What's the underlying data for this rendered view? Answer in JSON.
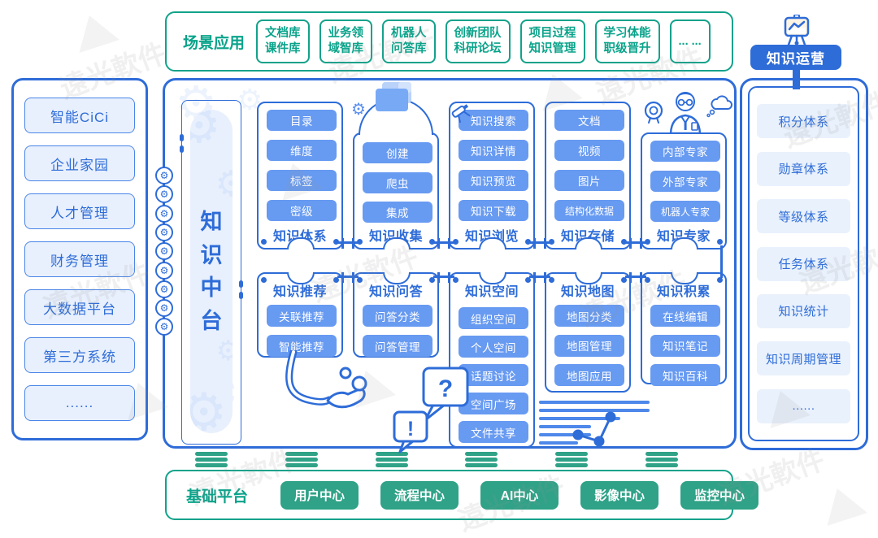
{
  "watermark": {
    "text": "遠光軟件"
  },
  "scenario_bar": {
    "label": "场景应用",
    "items": [
      [
        "文档库",
        "课件库"
      ],
      [
        "业务领",
        "域智库"
      ],
      [
        "机器人",
        "问答库"
      ],
      [
        "创新团队",
        "科研论坛"
      ],
      [
        "项目过程",
        "知识管理"
      ],
      [
        "学习体能",
        "职级晋升"
      ],
      [
        "... ..."
      ]
    ]
  },
  "knowledge_ops": {
    "label": "知识运营",
    "icon": "presentation-chart-icon"
  },
  "left_panel": {
    "items": [
      "智能CiCi",
      "企业家园",
      "人才管理",
      "财务管理",
      "大数据平台",
      "第三方系统",
      "......"
    ]
  },
  "right_panel": {
    "items": [
      "积分体系",
      "勋章体系",
      "等级体系",
      "任务体系",
      "知识统计",
      "知识周期管理",
      "......"
    ]
  },
  "center": {
    "vertical_title": "知识中台",
    "row1": [
      {
        "title": "知识体系",
        "buttons": [
          "目录",
          "维度",
          "标签",
          "密级"
        ]
      },
      {
        "title": "知识收集",
        "buttons": [
          "创建",
          "爬虫",
          "集成"
        ]
      },
      {
        "title": "知识浏览",
        "buttons": [
          "知识搜索",
          "知识详情",
          "知识预览",
          "知识下载"
        ]
      },
      {
        "title": "知识存储",
        "buttons": [
          "文档",
          "视频",
          "图片",
          "结构化数据"
        ]
      },
      {
        "title": "知识专家",
        "buttons": [
          "内部专家",
          "外部专家",
          "机器人专家"
        ]
      }
    ],
    "row2": [
      {
        "title": "知识推荐",
        "buttons": [
          "关联推荐",
          "智能推荐"
        ]
      },
      {
        "title": "知识问答",
        "buttons": [
          "问答分类",
          "问答管理"
        ]
      },
      {
        "title": "知识空间",
        "buttons": [
          "组织空间",
          "个人空间",
          "话题讨论",
          "空间广场",
          "文件共享"
        ]
      },
      {
        "title": "知识地图",
        "buttons": [
          "地图分类",
          "地图管理",
          "地图应用"
        ]
      },
      {
        "title": "知识积累",
        "buttons": [
          "在线编辑",
          "知识笔记",
          "知识百科"
        ]
      }
    ]
  },
  "base_platform": {
    "label": "基础平台",
    "items": [
      "用户中心",
      "流程中心",
      "AI中心",
      "影像中心",
      "监控中心"
    ]
  },
  "qa_bubbles": {
    "question_mark": "?",
    "exclamation_mark": "!"
  },
  "icons": {
    "ops": "presentation-chart-icon",
    "collect_card": [
      "gear-icon",
      "folder-icon",
      "telescope-icon"
    ],
    "expert_card": [
      "medal-icon",
      "expert-person-icon",
      "thought-cloud-icon"
    ],
    "recommend_card": "hand-give-icon",
    "qa_card": "question-answer-bubbles-icon",
    "map_card": "trend-lines-decoration"
  },
  "colors": {
    "blue_border": "#2e6cd8",
    "blue_button": "#679af1",
    "light_blue_fill": "#e8f0fd",
    "green_border": "#12a28b",
    "green_button": "#2fa287"
  }
}
